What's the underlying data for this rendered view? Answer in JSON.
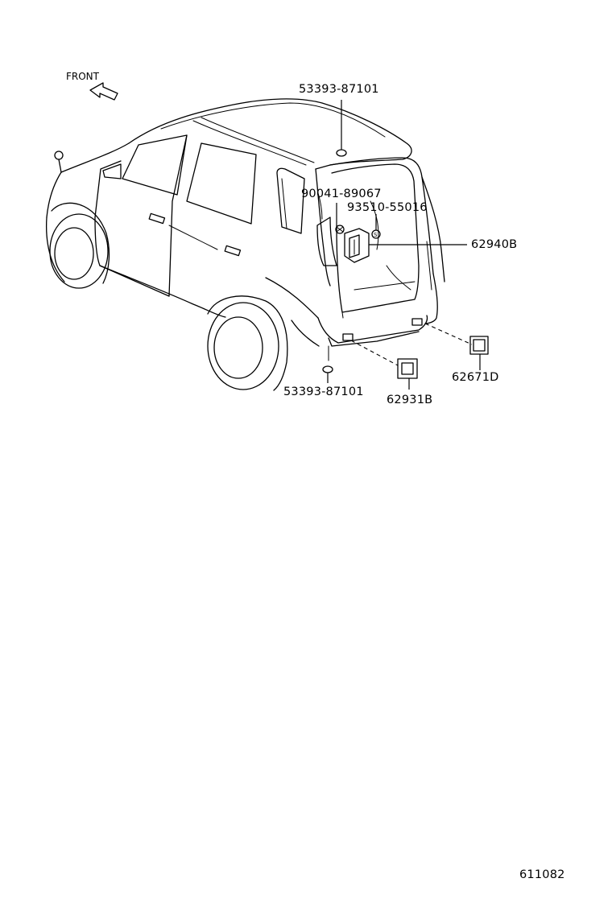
{
  "labels": {
    "front": "FRONT",
    "roof_clip": "53393-87101",
    "bolt": "90041-89067",
    "clip_s": "93510-55016",
    "jack_bag": "62940B",
    "plug_right": "62671D",
    "lower_clip": "53393-87101",
    "plug_left": "62931B",
    "diagram_number": "611082"
  }
}
